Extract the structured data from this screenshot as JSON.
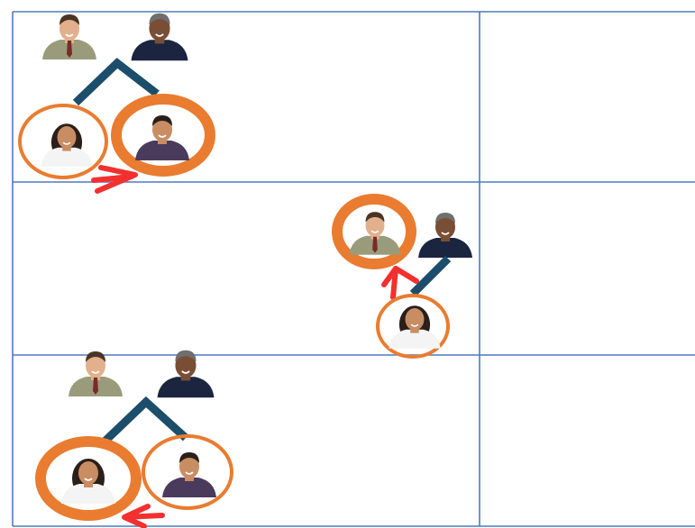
{
  "colors": {
    "grid_line": "#4f7ac0",
    "branch": "#1c4e6b",
    "highlight_ring": "#e97c30",
    "arrow": "#f2302f",
    "shirt_green": "#9a9b7a",
    "shirt_navy": "#1b2540",
    "shirt_purple": "#4a3a5c",
    "skin_light": "#e2b08c",
    "skin_mid": "#c98d63",
    "skin_dark": "#7a4e35",
    "hair_dark": "#2a1f1a",
    "hair_brown": "#4a3425",
    "hair_gray": "#6f6f6f"
  },
  "panels": [
    {
      "parents": [
        {
          "person": "man-in-green-shirt",
          "icon": "person-icon"
        },
        {
          "person": "woman-in-navy-top",
          "icon": "person-icon"
        }
      ],
      "children": [
        {
          "person": "curly-haired-girl",
          "icon": "person-icon",
          "highlight": "thin"
        },
        {
          "person": "smiling-boy",
          "icon": "person-icon",
          "highlight": "thick"
        }
      ],
      "arrow": {
        "direction": "right",
        "icon": "arrow-icon"
      }
    },
    {
      "parents": [
        {
          "person": "man-in-green-shirt",
          "icon": "person-icon",
          "highlight": "thick"
        },
        {
          "person": "woman-in-navy-top",
          "icon": "person-icon"
        }
      ],
      "children": [
        {
          "person": "curly-haired-girl",
          "icon": "person-icon",
          "highlight": "thin"
        }
      ],
      "arrow": {
        "direction": "up",
        "icon": "arrow-icon"
      }
    },
    {
      "parents": [
        {
          "person": "man-in-green-shirt",
          "icon": "person-icon"
        },
        {
          "person": "woman-in-navy-top",
          "icon": "person-icon"
        }
      ],
      "children": [
        {
          "person": "curly-haired-girl",
          "icon": "person-icon",
          "highlight": "thick"
        },
        {
          "person": "smiling-boy",
          "icon": "person-icon",
          "highlight": "thin"
        }
      ],
      "arrow": {
        "direction": "left",
        "icon": "arrow-icon"
      }
    }
  ]
}
